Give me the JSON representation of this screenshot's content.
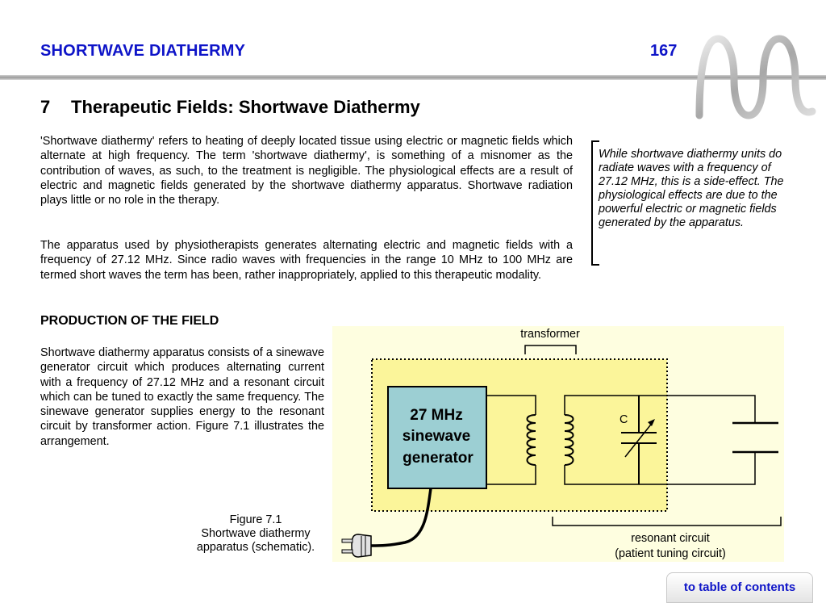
{
  "header": {
    "title": "SHORTWAVE DIATHERMY",
    "page_number": "167"
  },
  "chapter": {
    "number": "7",
    "title": "Therapeutic Fields: Shortwave Diathermy"
  },
  "paragraphs": [
    "'Shortwave diathermy' refers to heating of deeply located tissue using electric or magnetic fields which alternate at high frequency.  The term 'shortwave diathermy', is something of a misnomer as the contribution of waves, as such, to the treatment is negligible.  The physiological effects are a result of electric and magnetic fields generated by the shortwave diathermy apparatus.  Shortwave radiation plays little or no role in the therapy.",
    "The apparatus used by physiotherapists generates alternating electric and magnetic fields with a frequency of 27.12 MHz.  Since radio waves with frequencies in the range 10 MHz to 100 MHz are termed short waves the term has been, rather inappropriately, applied to this therapeutic modality."
  ],
  "sidenote": "While shortwave diathermy units do radiate waves with a frequency of 27.12 MHz, this is a side-effect.  The physiological effects are due to the powerful electric or magnetic fields generated by the apparatus.",
  "section": {
    "heading": "PRODUCTION OF THE FIELD",
    "paragraph": "Shortwave diathermy apparatus consists of a sinewave generator circuit which produces alternating current with a frequency of 27.12 MHz and a resonant circuit which can be tuned to exactly the same frequency.  The sinewave generator supplies energy to the resonant circuit by transformer action.  Figure 7.1 illustrates the arrangement."
  },
  "figure": {
    "caption_lines": [
      "Figure 7.1",
      "Shortwave diathermy",
      "apparatus  (schematic)."
    ],
    "transformer_label": "transformer",
    "generator_lines": [
      "27 MHz",
      "sinewave",
      "generator"
    ],
    "capacitor_label": "C",
    "resonant_lines": [
      "resonant circuit",
      "(patient tuning circuit)"
    ],
    "colors": {
      "background": "#fefee0",
      "box": "#fbf59a",
      "generator": "#9ccfd3"
    }
  },
  "nav": {
    "toc_label": "to table of contents"
  }
}
